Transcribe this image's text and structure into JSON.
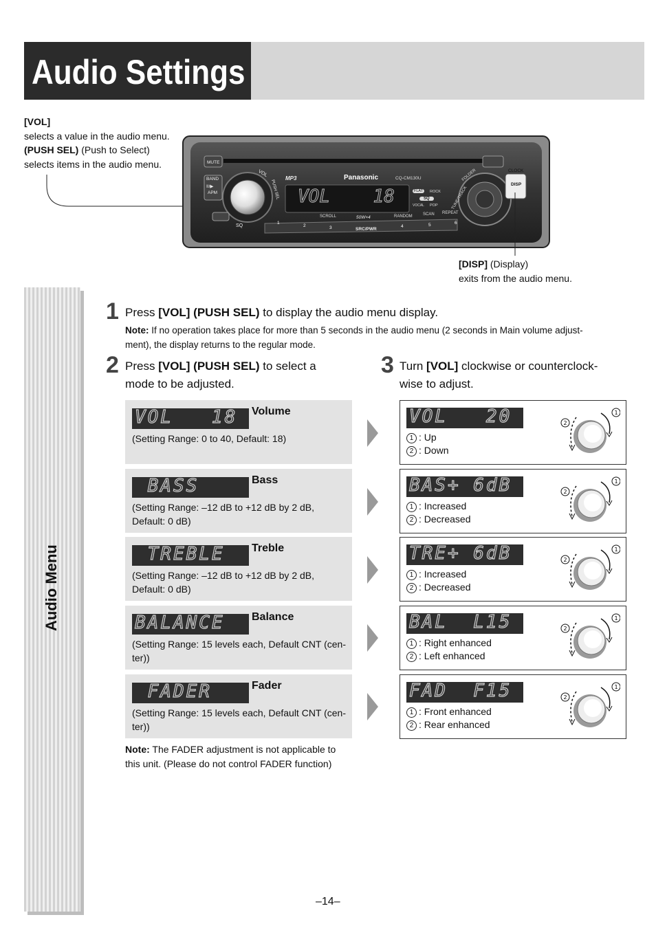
{
  "header": {
    "title": "Audio Settings"
  },
  "vol_desc": {
    "key1": "[VOL]",
    "line1": "selects a value in the audio menu.",
    "key2": "(PUSH SEL)",
    "key2_paren": " (Push to Select)",
    "line2": "selects items in the audio menu."
  },
  "unit": {
    "mute": "MUTE",
    "band": "BAND",
    "band2": "II/▶",
    "apm": "APM",
    "sq": "SQ",
    "vol": "VOL",
    "push_sel": "PUSH SEL",
    "mp3": "MP3",
    "brand": "Panasonic",
    "model": "CQ-CM130U",
    "display": "VOL    18",
    "flat": "FLAT",
    "rock": "ROCK",
    "sq_logo": "SQ",
    "vocal": "VOCAL",
    "pop": "POP",
    "scroll": "SCROLL",
    "power": "50W×4",
    "random": "RANDOM",
    "scan": "SCAN",
    "repeat": "REPEAT",
    "src": "SRC/PWR",
    "clock": "CLOCK",
    "disp": "DISP",
    "folder": "FOLDER",
    "tune": "TUNE/TRACK",
    "presets": [
      "1",
      "2",
      "3",
      "4",
      "5",
      "6"
    ]
  },
  "disp_desc": {
    "key": "[DISP]",
    "paren": " (Display)",
    "line": "exits from the audio menu."
  },
  "sidebar": {
    "label": "Audio Menu"
  },
  "step1": {
    "num": "1",
    "pre": "Press ",
    "key": "[VOL] (PUSH SEL)",
    "post": " to display the audio menu display.",
    "note_label": "Note:",
    "note_text1": " If no operation takes place for more than 5 seconds in the audio menu (2 seconds in Main volume adjust-",
    "note_text2": "ment), the display returns to the regular mode."
  },
  "step2": {
    "num": "2",
    "pre": "Press ",
    "key": "[VOL] (PUSH SEL)",
    "post": " to select a",
    "line2": "mode to be adjusted."
  },
  "step3": {
    "num": "3",
    "pre": "Turn ",
    "key": "[VOL]",
    "post": " clockwise or counterclock-",
    "line2": "wise to adjust."
  },
  "settings": [
    {
      "lcd": "VOL   18",
      "name": "Volume",
      "range1": "(Setting Range: 0 to 40, Default: 18)",
      "range2": "",
      "result_lcd": "VOL   20",
      "opt1": ": Up",
      "opt2": ": Down"
    },
    {
      "lcd": " BASS",
      "name": "Bass",
      "range1": "(Setting Range: –12 dB to +12 dB by 2 dB,",
      "range2": "Default: 0 dB)",
      "result_lcd": "BAS+ 6dB",
      "opt1": ": Increased",
      "opt2": ": Decreased"
    },
    {
      "lcd": " TREBLE",
      "name": "Treble",
      "range1": "(Setting Range: –12 dB to +12 dB by 2 dB,",
      "range2": "Default: 0 dB)",
      "result_lcd": "TRE+ 6dB",
      "opt1": ": Increased",
      "opt2": ": Decreased"
    },
    {
      "lcd": "BALANCE",
      "name": "Balance",
      "range1": "(Setting Range: 15 levels each, Default CNT (cen-",
      "range2": "ter))",
      "result_lcd": "BAL  L15",
      "opt1": ": Right enhanced",
      "opt2": ": Left enhanced"
    },
    {
      "lcd": " FADER",
      "name": "Fader",
      "range1": "(Setting Range: 15 levels each, Default CNT (cen-",
      "range2": "ter))",
      "result_lcd": "FAD  F15",
      "opt1": ": Front enhanced",
      "opt2": ": Rear enhanced"
    }
  ],
  "circled": {
    "one": "1",
    "two": "2"
  },
  "fader_note": {
    "label": "Note:",
    "text1": " The FADER adjustment is not applicable to",
    "text2": "this unit. (Please do not control FADER function)"
  },
  "page_number": "–14–"
}
